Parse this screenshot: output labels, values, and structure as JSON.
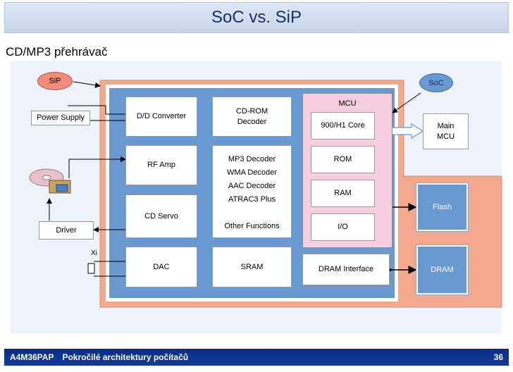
{
  "title": "SoC vs. SiP",
  "subtitle": "CD/MP3 přehrávač",
  "labels": {
    "sip": "SiP",
    "soc": "SoC",
    "power_supply": "Power Supply",
    "driver": "Driver",
    "xi": "Xi",
    "main_mcu": [
      "Main",
      "MCU"
    ]
  },
  "blocks": {
    "dd_converter": "D/D Converter",
    "rf_amp": "RF Amp",
    "cd_servo": "CD Servo",
    "dac": "DAC",
    "cdrom_decoder": [
      "CD-ROM",
      "Decoder"
    ],
    "decoders": [
      "MP3 Decoder",
      "WMA Decoder",
      "AAC Decoder",
      "ATRAC3 Plus"
    ],
    "other_functions": "Other Functions",
    "sram": "SRAM",
    "mcu": "MCU",
    "core": "900/H1 Core",
    "rom": "ROM",
    "ram": "RAM",
    "io": "I/O",
    "dram_interface": "DRAM Interface",
    "flash": "Flash",
    "dram": "DRAM"
  },
  "colors": {
    "sip_package": "#f4a98e",
    "soc_chip": "#6a98d1",
    "mcu": "#f7cde0",
    "external_memory": "#6a98d1",
    "footer": "#0b2f88"
  },
  "footer": {
    "course_code": "A4M36PAP",
    "course_name": "Pokročilé architektury počítačů",
    "page": "36"
  }
}
